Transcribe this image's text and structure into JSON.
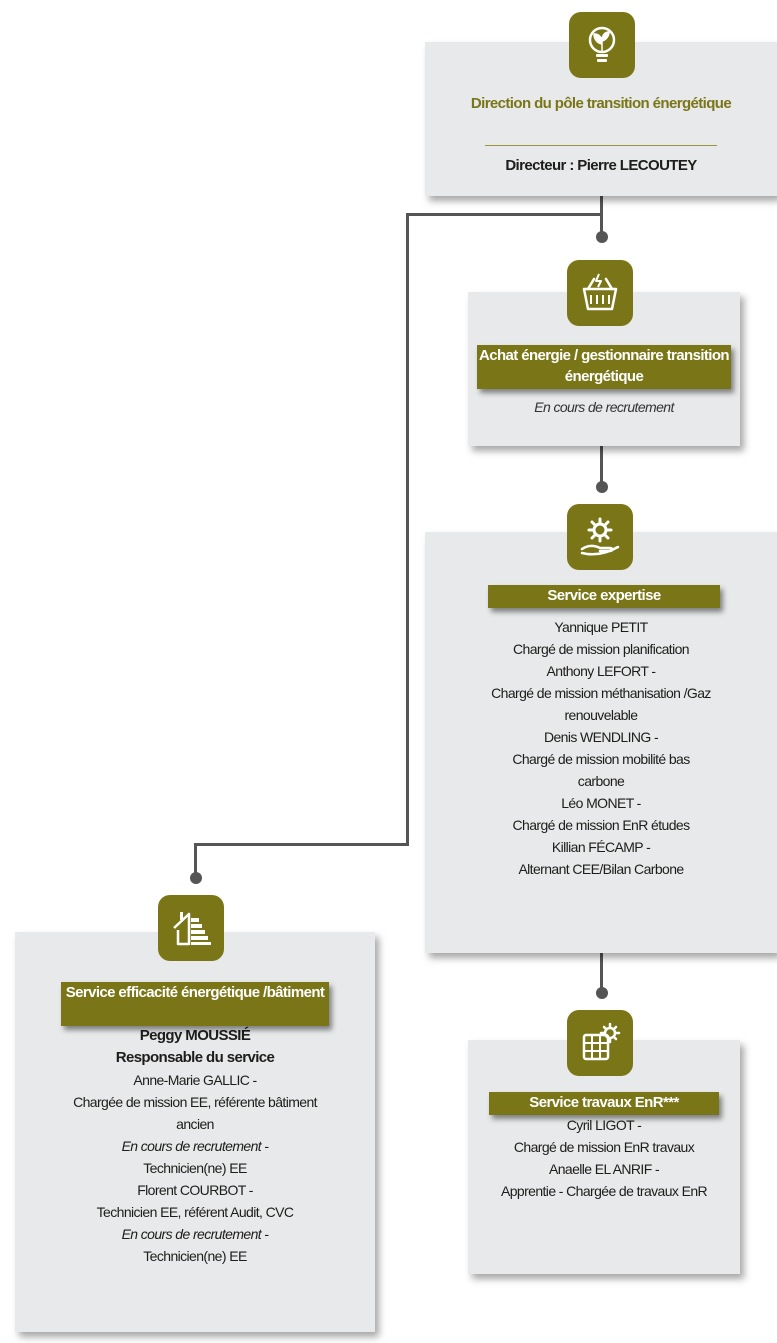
{
  "direction": {
    "title": "Direction du pôle transition énergétique",
    "director": "Directeur : Pierre LECOUTEY"
  },
  "achat": {
    "title": "Achat énergie / gestionnaire transition énergétique",
    "status": "En cours de recrutement"
  },
  "expertise": {
    "title": "Service expertise",
    "lines": [
      "Yannique PETIT",
      "Chargé de mission planification",
      "Anthony LEFORT -",
      "Chargé de mission méthanisation /Gaz renouvelable",
      "Denis WENDLING -",
      "Chargé de mission mobilité bas carbone",
      "Léo MONET -",
      "Chargé de mission EnR études",
      "Killian FÉCAMP -",
      "Alternant CEE/Bilan Carbone"
    ]
  },
  "efficacite": {
    "title": "Service efficacité énergétique /bâtiment",
    "head_name": "Peggy MOUSSIÉ",
    "head_role": "Responsable du service",
    "lines": [
      "Anne-Marie GALLIC -",
      "Chargée de mission EE, référente bâtiment ancien",
      "En cours de recrutement",
      " -",
      "Technicien(ne) EE",
      "Florent COURBOT -",
      "Technicien EE, référent Audit, CVC",
      "En cours de recrutement",
      " -",
      "Technicien(ne) EE"
    ]
  },
  "travaux": {
    "title": "Service travaux EnR***",
    "lines": [
      "Cyril LIGOT -",
      "Chargé de mission EnR travaux",
      "Anaelle EL ANRIF -",
      "Apprentie - Chargée de travaux EnR"
    ]
  },
  "colors": {
    "accent": "#7a7618",
    "box": "#e7e9ea",
    "connector": "#555555"
  },
  "icons": [
    "lightbulb-leaf-icon",
    "energy-basket-icon",
    "gear-hand-icon",
    "house-energy-label-icon",
    "solar-panel-gear-icon"
  ]
}
